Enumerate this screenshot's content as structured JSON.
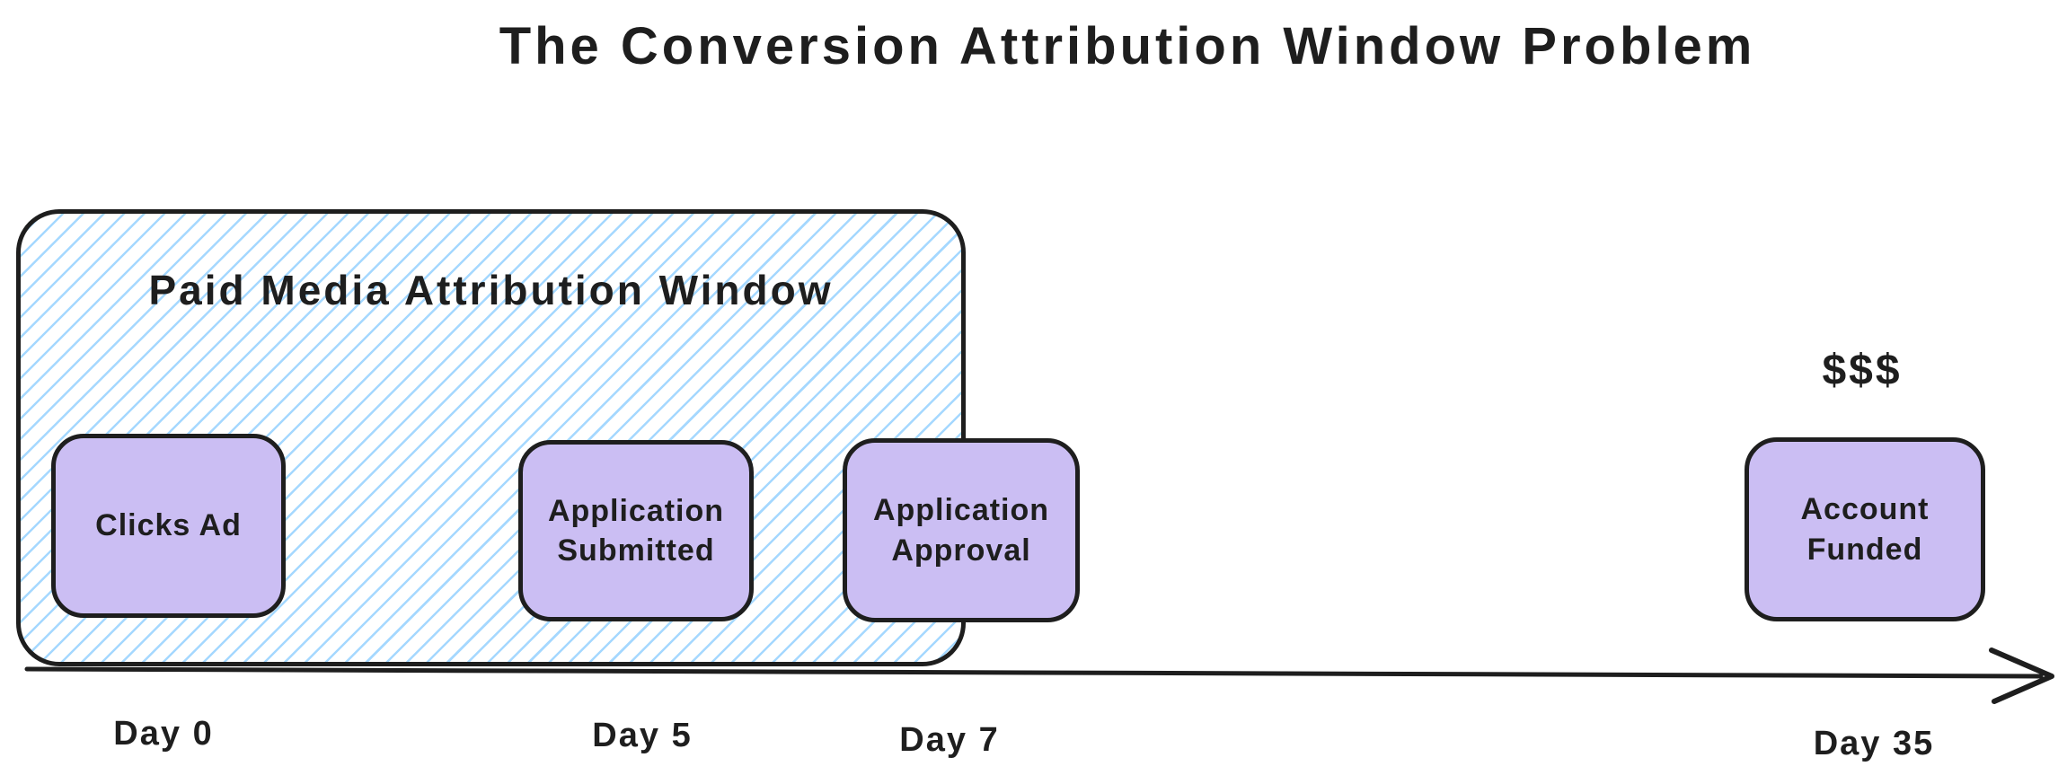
{
  "title": "The Conversion Attribution Window Problem",
  "attribution_window": {
    "label": "Paid Media Attribution Window"
  },
  "events": [
    {
      "name": "clicks-ad",
      "label": "Clicks Ad"
    },
    {
      "name": "application-submitted",
      "label": "Application\nSubmitted"
    },
    {
      "name": "application-approval",
      "label": "Application\nApproval"
    },
    {
      "name": "account-funded",
      "label": "Account\nFunded"
    }
  ],
  "money_label": "$$$",
  "timeline": {
    "days": [
      "Day 0",
      "Day 5",
      "Day 7",
      "Day 35"
    ]
  },
  "colors": {
    "event_fill": "#cbbef3",
    "window_hatch": "#a5d8ff",
    "stroke": "#1e1e1e",
    "background": "#ffffff"
  }
}
